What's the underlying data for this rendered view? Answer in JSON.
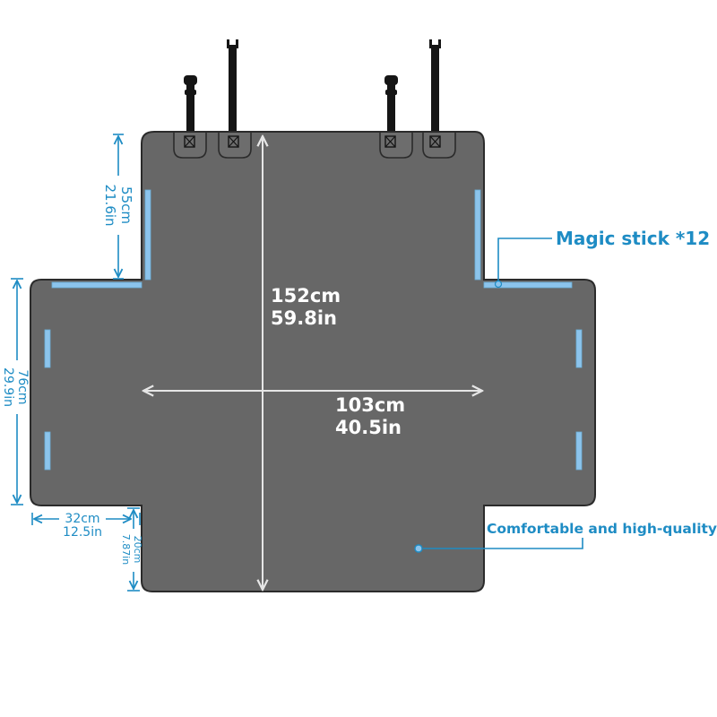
{
  "colors": {
    "mat_fill": "#676767",
    "mat_stroke": "#2b2b2b",
    "accent": "#1e8cc4",
    "magic_strip": "#8cc4ec",
    "strap": "#151515",
    "arrow_light": "#e6e6e6"
  },
  "dimensions": {
    "length_cm": "152cm",
    "length_in": "59.8in",
    "width_cm": "103cm",
    "width_in": "40.5in",
    "upper_cm": "55cm",
    "upper_in": "21.6in",
    "side_cm": "76cm",
    "side_in": "29.9in",
    "flap_cm": "32cm",
    "flap_in": "12.5in",
    "bottom_cm": "20cm",
    "bottom_in": "7.87in"
  },
  "callouts": {
    "magic_stick": "Magic stick *12",
    "quality": "Comfortable and high-quality"
  },
  "icons": [
    "headrest-strap-icon",
    "buckle-icon"
  ]
}
